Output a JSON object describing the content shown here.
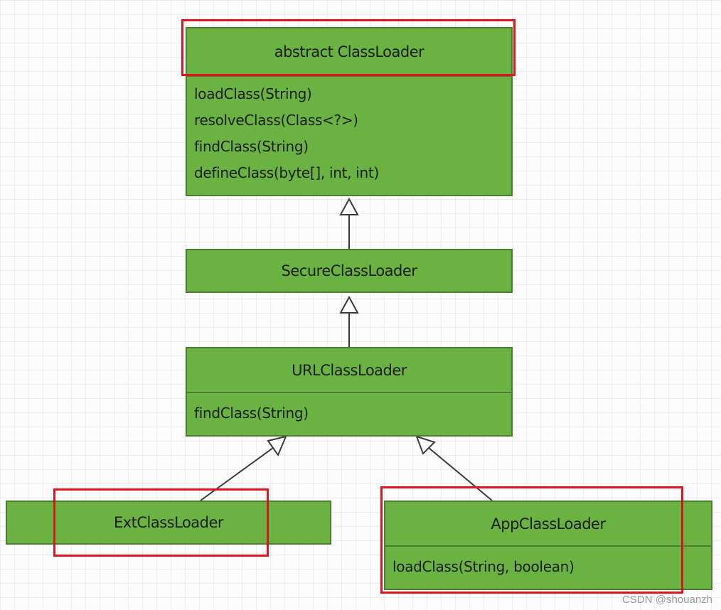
{
  "classes": {
    "classloader": {
      "name": "abstract ClassLoader",
      "methods": [
        "loadClass(String)",
        "resolveClass(Class<?>)",
        "findClass(String)",
        "defineClass(byte[], int, int)"
      ]
    },
    "secure": {
      "name": "SecureClassLoader"
    },
    "url": {
      "name": "URLClassLoader",
      "methods": [
        "findClass(String)"
      ]
    },
    "ext": {
      "name": "ExtClassLoader"
    },
    "app": {
      "name": "AppClassLoader",
      "methods": [
        "loadClass(String, boolean)"
      ]
    }
  },
  "inheritance": [
    {
      "child": "SecureClassLoader",
      "parent": "abstract ClassLoader"
    },
    {
      "child": "URLClassLoader",
      "parent": "SecureClassLoader"
    },
    {
      "child": "ExtClassLoader",
      "parent": "URLClassLoader"
    },
    {
      "child": "AppClassLoader",
      "parent": "URLClassLoader"
    }
  ],
  "highlights": [
    "abstract ClassLoader",
    "ExtClassLoader",
    "AppClassLoader"
  ],
  "colors": {
    "box_fill": "#6ab342",
    "box_border": "#4a7e2e",
    "highlight": "#e0141e",
    "grid": "#ececec"
  },
  "watermark": "CSDN @shouanzh"
}
